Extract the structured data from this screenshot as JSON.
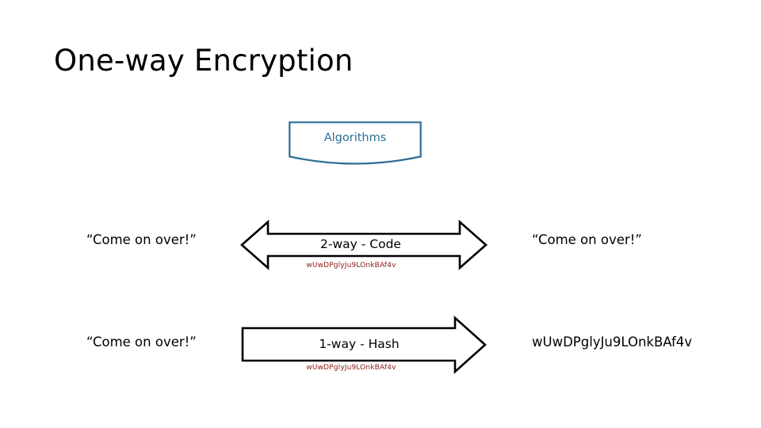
{
  "slide": {
    "title": "One-way Encryption",
    "background": "#ffffff"
  },
  "banner": {
    "label": "Algorithms",
    "shape": "down-ribbon-banner",
    "outline_color": "#2E6E96",
    "text_color": "#2E6E96"
  },
  "colors": {
    "accent_blue": "#2E6E96",
    "cipher_red": "#8C1A11",
    "outline_black": "#000000"
  },
  "rows": [
    {
      "id": "two-way",
      "left_label": "“Come on over!”",
      "arrow_label": "2-way - Code",
      "arrow_type": "double-headed-arrow",
      "cipher_note": "wUwDPglyJu9LOnkBAf4v",
      "right_label": "“Come on over!”"
    },
    {
      "id": "one-way",
      "left_label": "“Come on over!”",
      "arrow_label": "1-way - Hash",
      "arrow_type": "right-arrow",
      "cipher_note": "wUwDPglyJu9LOnkBAf4v",
      "right_label": "wUwDPglyJu9LOnkBAf4v"
    }
  ]
}
